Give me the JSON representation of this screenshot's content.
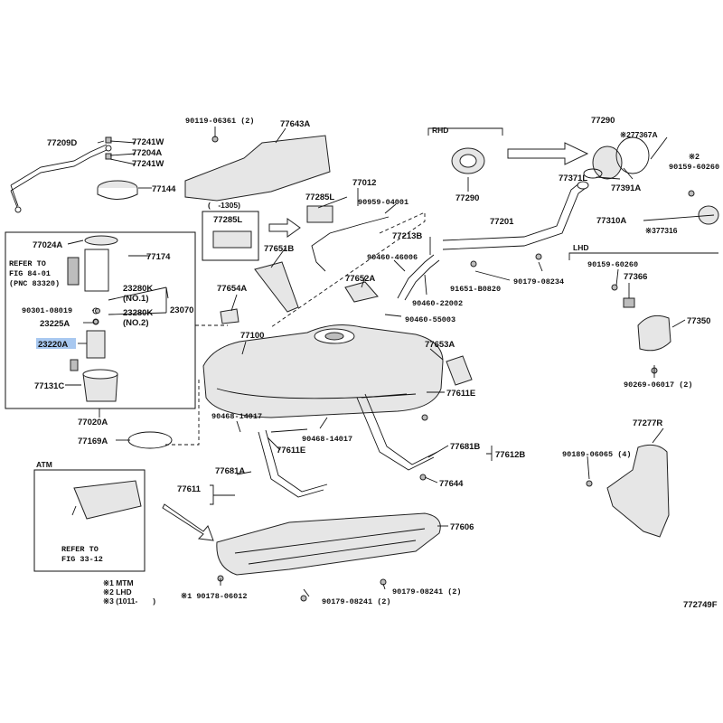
{
  "figure_code": "772749F",
  "highlighted_part": "23220A",
  "callouts": {
    "p90119": "90119-06361 (2)",
    "p77643": "77643A",
    "p77290a": "77290",
    "p77367": "※277367A",
    "p90159a_mark": "※2",
    "p90159a": "90159-60260",
    "p77209": "77209D",
    "p77241a": "77241W",
    "p77204": "77204A",
    "p77241b": "77241W",
    "p77144": "77144",
    "rhd": "RHD",
    "p77012": "77012",
    "p77285l": "77285L",
    "p90959": "90959-04001",
    "p77290b": "77290",
    "p77371": "77371L",
    "p77391": "77391A",
    "p77310": "77310A",
    "p77316": "※377316",
    "range1305": "(　-1305)",
    "p77285l2": "77285L",
    "p77201": "77201",
    "p77024": "77024A",
    "p77174": "77174",
    "p77651": "77651B",
    "p77213": "77213B",
    "p90460a": "90460-46006",
    "refer84": "REFER TO",
    "refer84b": "FIG 84-01",
    "refer84c": "(PNC 83320)",
    "p23280a": "23280K",
    "p23280a_n": "(NO.1)",
    "p23070": "23070",
    "p77652": "77652A",
    "p90460b": "90460-22002",
    "p91651": "91651-B0820",
    "p90179a": "90179-08234",
    "lhd": "LHD",
    "p90159b": "90159-60260",
    "p77366": "77366",
    "p90301": "90301-08019",
    "p23280b": "23280K",
    "p23280b_n": "(NO.2)",
    "p77654": "77654A",
    "p90460c": "90460-55003",
    "p23225": "23225A",
    "p77350": "77350",
    "p23220": "23220A",
    "p77100": "77100",
    "p77653": "77653A",
    "p77131": "77131C",
    "p77611e_a": "77611E",
    "p90269": "90269-06017 (2)",
    "p77020": "77020A",
    "p90468a": "90468-14017",
    "p90468b": "90468-14017",
    "p77277": "77277R",
    "p77169": "77169A",
    "p77611e_b": "77611E",
    "p77681b": "77681B",
    "p77612": "77612B",
    "atm": "ATM",
    "p77681a": "77681A",
    "p90189": "90189-06065 (4)",
    "p77611": "77611",
    "p77644": "77644",
    "p77606": "77606",
    "refer33": "REFER TO",
    "refer33b": "FIG 33-12",
    "p90178": "※1 90178-06012",
    "p90179b": "90179-08241 (2)",
    "p90179c": "90179-08241 (2)"
  },
  "notes": [
    "※1 MTM",
    "※2 LHD",
    "※3 (1011-　　)"
  ]
}
